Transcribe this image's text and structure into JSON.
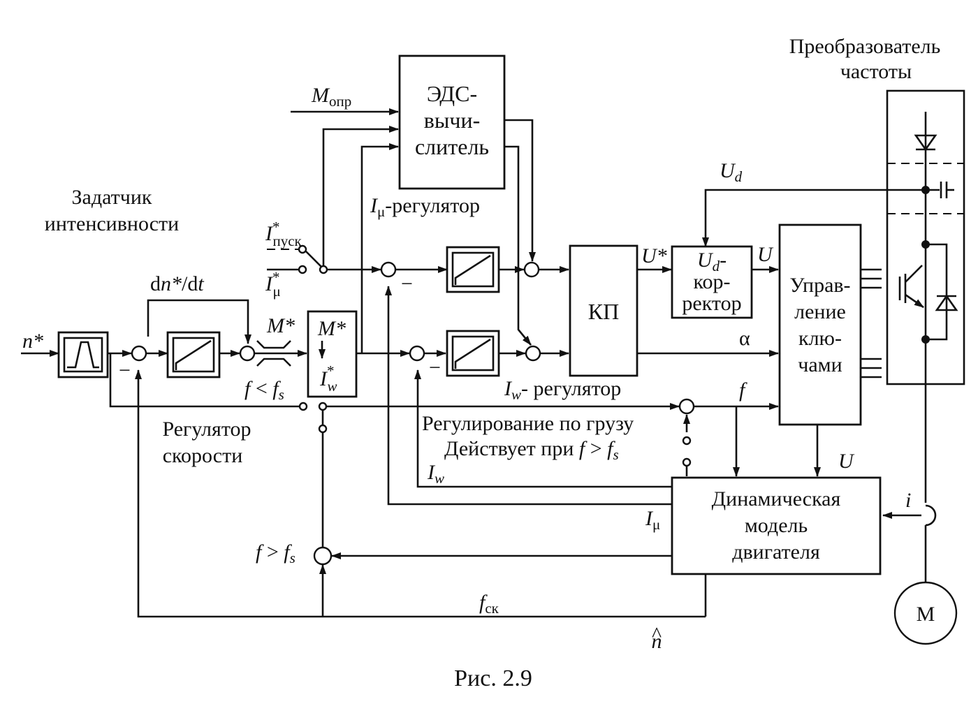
{
  "labels": {
    "converter_title_1": "Преобразователь",
    "converter_title_2": "частоты",
    "ramp_gen_1": "Задатчик",
    "ramp_gen_2": "интенсивности",
    "emf_calc_1": "ЭДС-",
    "emf_calc_2": "вычи-",
    "emf_calc_3": "слитель",
    "i_mu_regulator": "-регулятор",
    "i_w_regulator": "- регулятор",
    "kp": "КП",
    "ud_corrector_1": "-",
    "ud_corrector_2": "кор-",
    "ud_corrector_3": "ректор",
    "key_control_1": "Управ-",
    "key_control_2": "ление",
    "key_control_3": "клю-",
    "key_control_4": "чами",
    "speed_regulator_1": "Регулятор",
    "speed_regulator_2": "скорости",
    "load_regulation": "Регулирование по грузу",
    "acts_when": "Действует при",
    "motor_model_1": "Динамическая",
    "motor_model_2": "модель",
    "motor_model_3": "двигателя",
    "motor": "M",
    "caption": "Рис. 2.9"
  },
  "signals": {
    "n_star": "n*",
    "dn_dt_d1": "d",
    "dn_dt_n": "n*",
    "dn_dt_slash": "/d",
    "dn_dt_t": "t",
    "m_star": "M*",
    "m_opr": "M",
    "m_opr_sub": "опр",
    "i_pusk": "I",
    "i_pusk_sup": "*",
    "i_pusk_sub": "пуск",
    "i_mu_star": "I",
    "i_mu_star_sup": "*",
    "i_mu_star_sub": "μ",
    "i_mu_reg_sym": "I",
    "i_mu_reg_sub": "μ",
    "i_w_reg_sym": "I",
    "i_w_reg_sub": "w",
    "u_star": "U*",
    "u": "U",
    "u_model": "U",
    "ud": "U",
    "ud_sub": "d",
    "corr_ud": "U",
    "corr_ud_sub": "d",
    "alpha": "α",
    "f": "f",
    "f_less_fs": "f",
    "f_less_op": " < ",
    "f_less_f": "f",
    "f_less_sub": "s",
    "f_greater_fs": "f",
    "f_greater_op": " > ",
    "f_greater_f": "f",
    "f_greater_sub": "s",
    "acts_f": "f",
    "acts_op": " > ",
    "acts_f2": "f",
    "acts_sub": "s",
    "i_w_fb": "I",
    "i_w_fb_sub": "w",
    "i_mu_fb": "I",
    "i_mu_fb_sub": "μ",
    "i_current": "i",
    "f_ck": "f",
    "f_ck_sub": "ск",
    "n_hat": "n",
    "n_hat_accent": "^",
    "minus": "−",
    "mi_m": "M*",
    "mi_i": "I",
    "mi_i_sup": "*",
    "mi_i_sub": "w"
  }
}
